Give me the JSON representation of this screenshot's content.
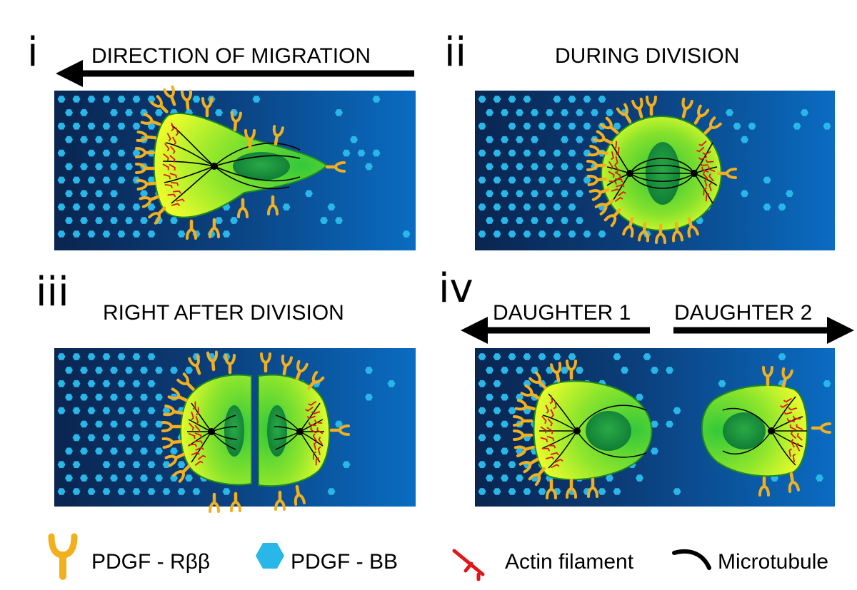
{
  "panels": [
    {
      "id": "i",
      "number": "i",
      "title": "DIRECTION OF MIGRATION"
    },
    {
      "id": "ii",
      "number": "ii",
      "title": "DURING DIVISION"
    },
    {
      "id": "iii",
      "number": "iii",
      "title": "RIGHT AFTER DIVISION"
    },
    {
      "id": "iv",
      "number": "iv",
      "daughter1": "DAUGHTER 1",
      "daughter2": "DAUGHTER 2"
    }
  ],
  "legend": {
    "receptor": "PDGF - Rββ",
    "ligand": "PDGF - BB",
    "actin": "Actin filament",
    "microtubule": "Microtubule"
  },
  "colors": {
    "background_dark": "#0a2a55",
    "background_light": "#0a6bc0",
    "ligand": "#29b7e8",
    "receptor": "#f2b01e",
    "actin": "#e0161b",
    "cell_green": "#3dd63a",
    "cell_yellow": "#f4ff2a",
    "nucleus": "#148a3a",
    "arrow": "#000000"
  }
}
